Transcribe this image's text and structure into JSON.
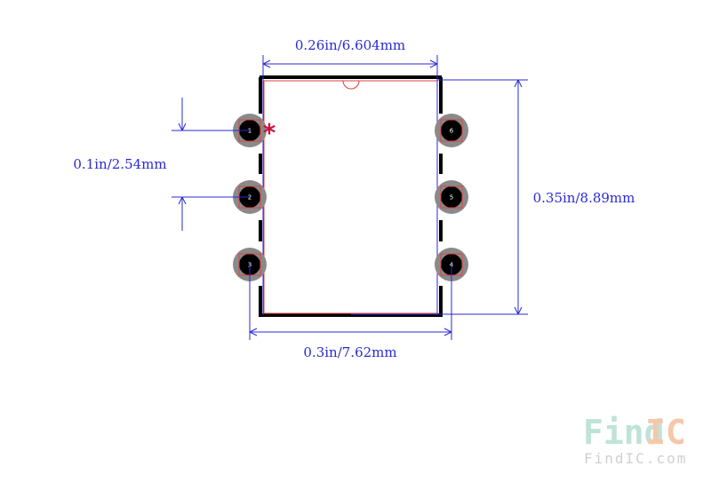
{
  "dimensions": {
    "top_width": "0.26in/6.604mm",
    "pitch": "0.1in/2.54mm",
    "height": "0.35in/8.89mm",
    "bottom_width": "0.3in/7.62mm"
  },
  "pins": [
    {
      "label": "1",
      "side": "left",
      "row": 0
    },
    {
      "label": "2",
      "side": "left",
      "row": 1
    },
    {
      "label": "3",
      "side": "left",
      "row": 2
    },
    {
      "label": "6",
      "side": "right",
      "row": 0
    },
    {
      "label": "5",
      "side": "right",
      "row": 1
    },
    {
      "label": "4",
      "side": "right",
      "row": 2
    }
  ],
  "pin1_marker": "*",
  "watermark": {
    "find": "Find",
    "ic": "IC",
    "url": "FindIC.com"
  },
  "colors": {
    "dimension": "#2a2ad4",
    "outline": "#000000",
    "courtyard": "#e04040",
    "pad_outer": "#8a8a8a",
    "pad_inner": "#000000",
    "marker": "#d0103a",
    "watermark_find": "#bfe3d8",
    "watermark_ic": "#f6c8a8"
  }
}
